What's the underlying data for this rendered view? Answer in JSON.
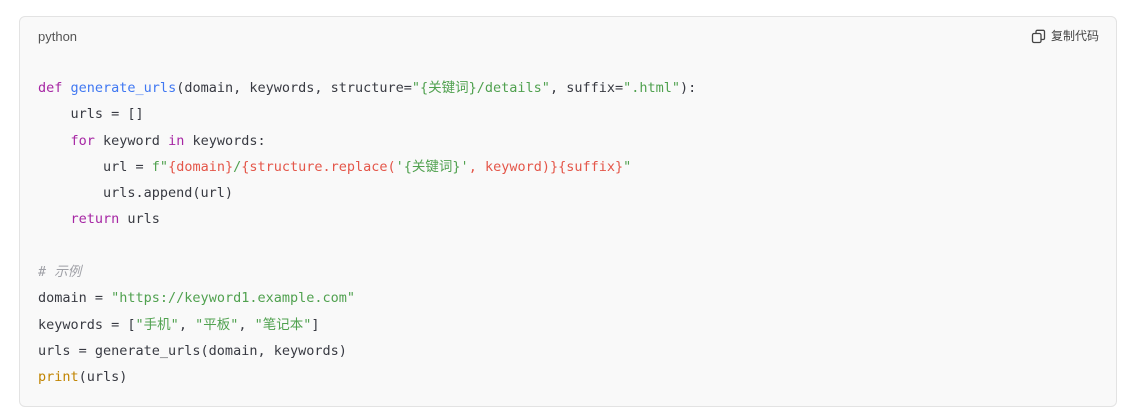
{
  "header": {
    "language": "python",
    "copy_label": "复制代码",
    "copy_icon": "copy-icon"
  },
  "code_lines": [
    [
      {
        "text": "def",
        "cls": "kw"
      },
      {
        "text": " "
      },
      {
        "text": "generate_urls",
        "cls": "fn"
      },
      {
        "text": "(domain, keywords, structure="
      },
      {
        "text": "\"{关键词}/details\"",
        "cls": "str"
      },
      {
        "text": ", suffix="
      },
      {
        "text": "\".html\"",
        "cls": "str"
      },
      {
        "text": "):"
      }
    ],
    [
      {
        "text": "    urls = []"
      }
    ],
    [
      {
        "text": "    "
      },
      {
        "text": "for",
        "cls": "kw"
      },
      {
        "text": " keyword "
      },
      {
        "text": "in",
        "cls": "kw"
      },
      {
        "text": " keywords:"
      }
    ],
    [
      {
        "text": "        url = "
      },
      {
        "text": "f\"",
        "cls": "str"
      },
      {
        "text": "{domain}",
        "cls": "fstr"
      },
      {
        "text": "/",
        "cls": "str"
      },
      {
        "text": "{structure.replace(",
        "cls": "fstr"
      },
      {
        "text": "'{关键词}'",
        "cls": "str"
      },
      {
        "text": ", keyword)}",
        "cls": "fstr"
      },
      {
        "text": "{suffix}",
        "cls": "fstr"
      },
      {
        "text": "\"",
        "cls": "str"
      }
    ],
    [
      {
        "text": "        urls.append(url)"
      }
    ],
    [
      {
        "text": "    "
      },
      {
        "text": "return",
        "cls": "kw"
      },
      {
        "text": " urls"
      }
    ],
    [
      {
        "text": ""
      }
    ],
    [
      {
        "text": "# 示例",
        "cls": "cm"
      }
    ],
    [
      {
        "text": "domain = "
      },
      {
        "text": "\"https://keyword1.example.com\"",
        "cls": "str"
      }
    ],
    [
      {
        "text": "keywords = ["
      },
      {
        "text": "\"手机\"",
        "cls": "str"
      },
      {
        "text": ", "
      },
      {
        "text": "\"平板\"",
        "cls": "str"
      },
      {
        "text": ", "
      },
      {
        "text": "\"笔记本\"",
        "cls": "str"
      },
      {
        "text": "]"
      }
    ],
    [
      {
        "text": "urls = generate_urls(domain, keywords)"
      }
    ],
    [
      {
        "text": "print",
        "cls": "bi"
      },
      {
        "text": "(urls)"
      }
    ]
  ]
}
